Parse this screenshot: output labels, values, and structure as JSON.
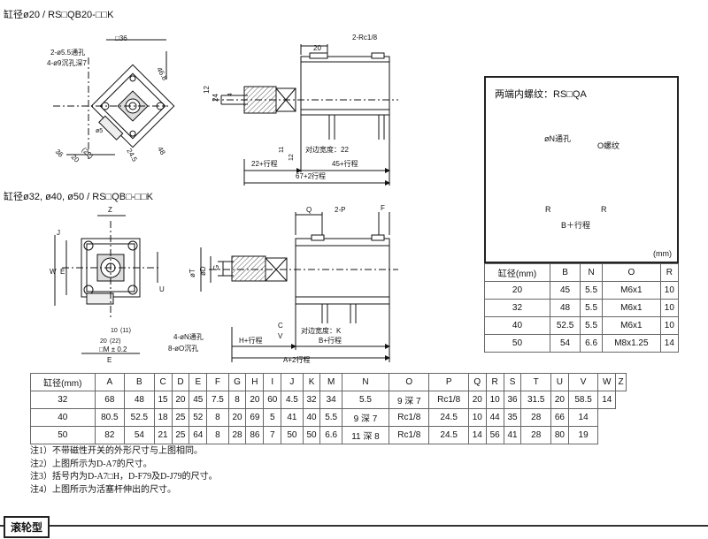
{
  "section1": {
    "title": "缸径ø20 / RS□QB20-□□K"
  },
  "section2": {
    "title": "缸径ø32, ø40, ø50 / RS□QB□-□□K"
  },
  "drawing1": {
    "labels": [
      "□36",
      "2-ø5.5通孔",
      "4-ø9沉孔深7",
      "46.8",
      "24",
      "12",
      "4",
      "20",
      "2-Rc1/8",
      "24.5",
      "48",
      "36",
      "20",
      "(22)",
      "ø5",
      "11",
      "12",
      "对边宽度：22",
      "22+行程",
      "45+行程",
      "67+2行程"
    ]
  },
  "drawing2": {
    "labels": [
      "Z",
      "J",
      "W",
      "E",
      "U",
      "4-øN通孔",
      "8-øO沉孔",
      "20",
      "(22)",
      "10",
      "(11)",
      "□M ± 0.2",
      "E",
      "Q",
      "2-P",
      "F",
      "øT",
      "øD",
      "G",
      "C",
      "V",
      "对边宽度：K",
      "H+行程",
      "B+行程",
      "A+2行程"
    ]
  },
  "inset": {
    "title": "两端内螺纹：RS□QA",
    "labels": [
      "øN通孔",
      "O螺纹",
      "R",
      "R",
      "B＋行程"
    ],
    "unit": "(mm)"
  },
  "small_table": {
    "headers": [
      "缸径(mm)",
      "B",
      "N",
      "O",
      "R"
    ],
    "rows": [
      [
        "20",
        "45",
        "5.5",
        "M6x1",
        "10"
      ],
      [
        "32",
        "48",
        "5.5",
        "M6x1",
        "10"
      ],
      [
        "40",
        "52.5",
        "5.5",
        "M6x1",
        "10"
      ],
      [
        "50",
        "54",
        "6.6",
        "M8x1.25",
        "14"
      ]
    ]
  },
  "main_table": {
    "headers": [
      "缸径(mm)",
      "A",
      "B",
      "C",
      "D",
      "E",
      "F",
      "G",
      "H",
      "I",
      "J",
      "K",
      "M",
      "N",
      "O",
      "P",
      "Q",
      "R",
      "S",
      "T",
      "U",
      "V",
      "W",
      "Z"
    ],
    "rows": [
      [
        "32",
        "68",
        "48",
        "15",
        "20",
        "45",
        "7.5",
        "8",
        "20",
        "60",
        "4.5",
        "32",
        "34",
        "5.5",
        "9 深 7",
        "Rc1/8",
        "20",
        "10",
        "36",
        "31.5",
        "20",
        "58.5",
        "14"
      ],
      [
        "40",
        "80.5",
        "52.5",
        "18",
        "25",
        "52",
        "8",
        "20",
        "69",
        "5",
        "41",
        "40",
        "5.5",
        "9 深 7",
        "Rc1/8",
        "24.5",
        "10",
        "44",
        "35",
        "28",
        "66",
        "14"
      ],
      [
        "50",
        "82",
        "54",
        "21",
        "25",
        "64",
        "8",
        "28",
        "86",
        "7",
        "50",
        "50",
        "6.6",
        "11 深 8",
        "Rc1/8",
        "24.5",
        "14",
        "56",
        "41",
        "28",
        "80",
        "19"
      ]
    ]
  },
  "notes": [
    "注1）不带磁性开关的外形尺寸与上图相同。",
    "注2）上图所示为D-A7的尺寸。",
    "注3）括号内为D-A7□H，D-F79及D-J79的尺寸。",
    "注4）上图所示为活塞杆伸出的尺寸。"
  ],
  "footer": {
    "label": "滚轮型"
  }
}
